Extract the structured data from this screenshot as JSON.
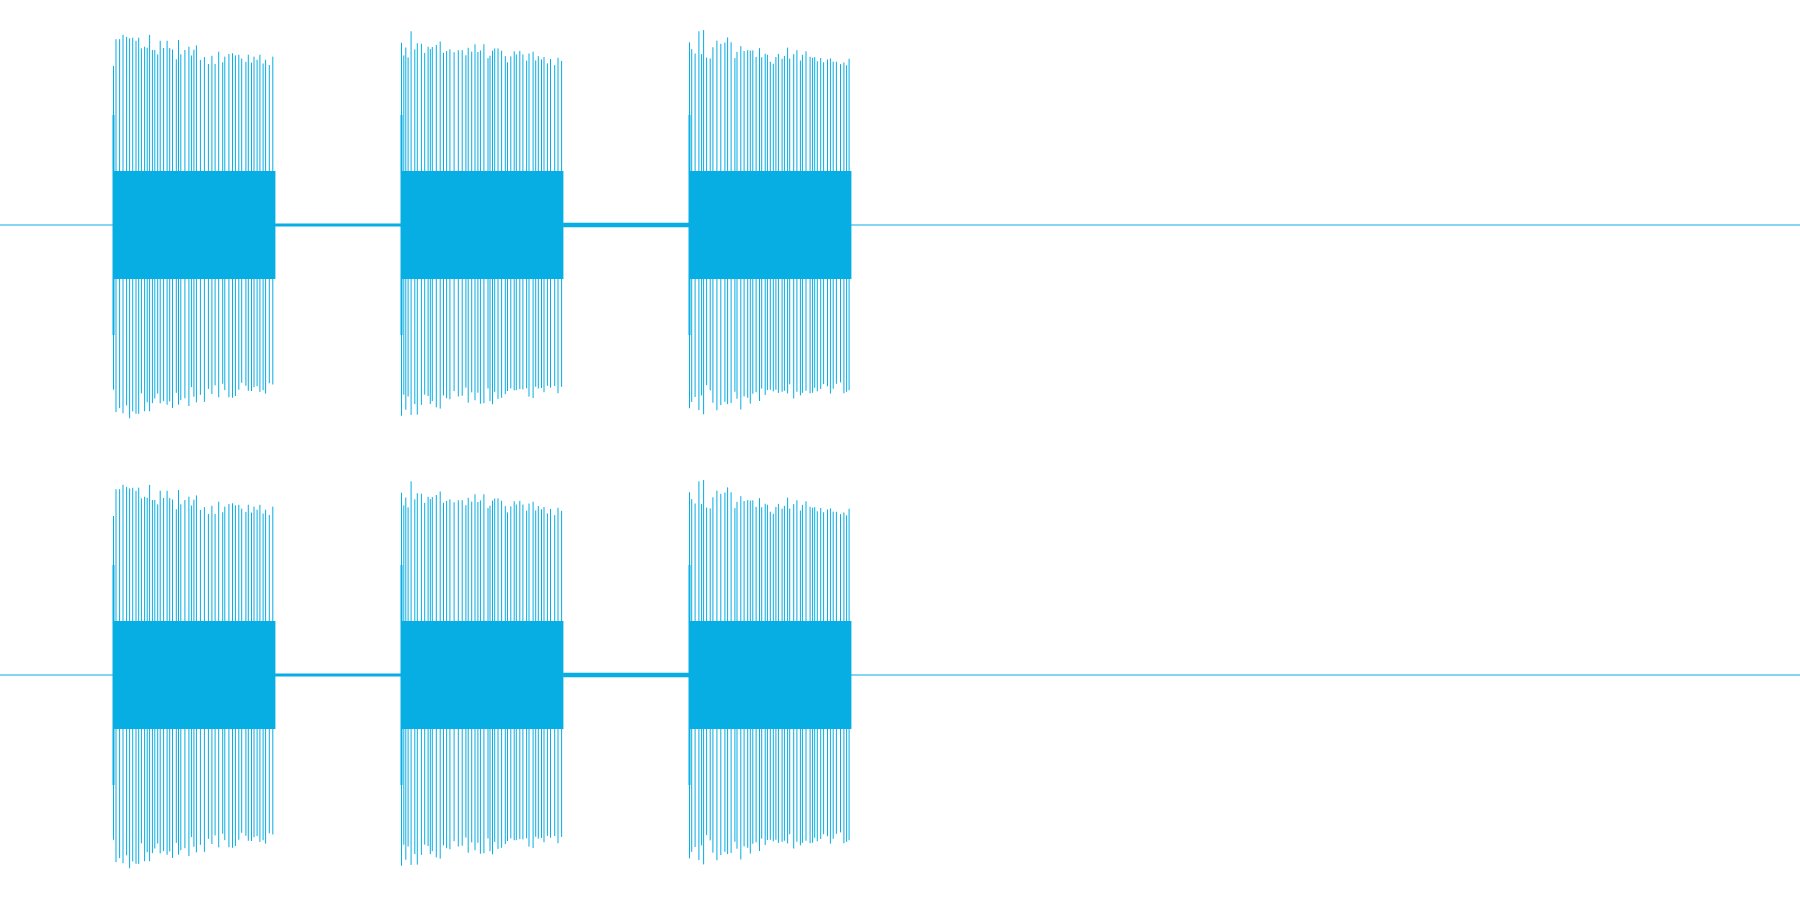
{
  "colors": {
    "background": "#ffffff",
    "waveform": "#06aee3"
  },
  "audio": {
    "channel_count": 2,
    "bursts": [
      {
        "start": 0.0625,
        "end": 0.153
      },
      {
        "start": 0.2225,
        "end": 0.313
      },
      {
        "start": 0.3825,
        "end": 0.473
      }
    ],
    "burst_peak_amplitude": 0.89,
    "burst_body_amplitude": 0.24,
    "quiet_segments": [
      {
        "start": 0.153,
        "end": 0.2225,
        "amplitude": 0.006
      },
      {
        "start": 0.313,
        "end": 0.3825,
        "amplitude": 0.01
      }
    ]
  }
}
